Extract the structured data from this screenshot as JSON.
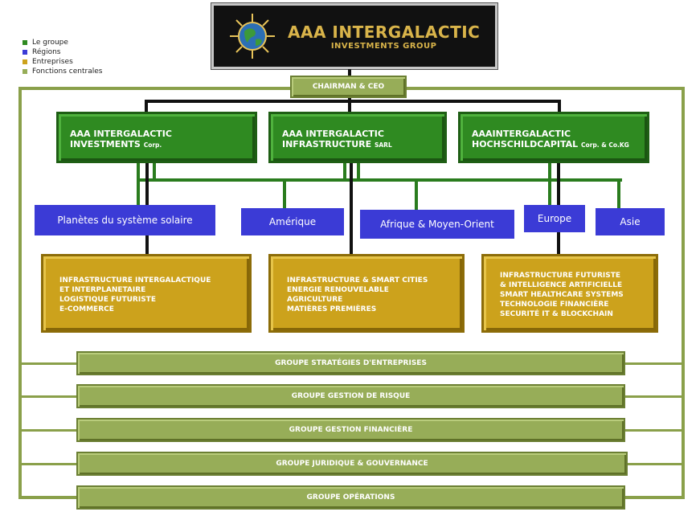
{
  "legend": [
    {
      "label": "Le groupe",
      "color": "#2f8a21"
    },
    {
      "label": "Régions",
      "color": "#3b3bd6"
    },
    {
      "label": "Entreprises",
      "color": "#cca21c"
    },
    {
      "label": "Fonctions centrales",
      "color": "#97ad58"
    }
  ],
  "logo": {
    "main": "AAA INTERGALACTIC",
    "sub": "INVESTMENTS GROUP"
  },
  "ceo": "CHAIRMAN & CEO",
  "companies": [
    {
      "line1": "AAA INTERGALACTIC",
      "line2": "INVESTMENTS",
      "suffix": "Corp."
    },
    {
      "line1": "AAA INTERGALACTIC",
      "line2": "INFRASTRUCTURE",
      "suffix": "SARL"
    },
    {
      "line1": "AAAINTERGALACTIC",
      "line2": "HOCHSCHILDCAPITAL",
      "suffix": "Corp. & Co.KG"
    }
  ],
  "regions": [
    "Planètes du système solaire",
    "Amérique",
    "Afrique & Moyen-Orient",
    "Europe",
    "Asie"
  ],
  "enterprises": [
    [
      "INFRASTRUCTURE INTERGALACTIQUE",
      "ET INTERPLANETAIRE",
      "LOGISTIQUE FUTURISTE",
      "E-COMMERCE"
    ],
    [
      "INFRASTRUCTURE & SMART CITIES",
      "ENERGIE RENOUVELABLE",
      "AGRICULTURE",
      "MATIÈRES PREMIÈRES"
    ],
    [
      "INFRASTRUCTURE FUTURISTE",
      "& INTELLIGENCE ARTIFICIELLE",
      "SMART HEALTHCARE SYSTEMS",
      "TECHNOLOGIE FINANCIÈRE",
      "SECURITÉ IT & BLOCKCHAIN"
    ]
  ],
  "functions": [
    "GROUPE STRATÉGIES D'ENTREPRISES",
    "GROUPE GESTION DE RISQUE",
    "GROUPE GESTION FINANCIÈRE",
    "GROUPE JURIDIQUE & GOUVERNANCE",
    "GROUPE OPÉRATIONS"
  ]
}
